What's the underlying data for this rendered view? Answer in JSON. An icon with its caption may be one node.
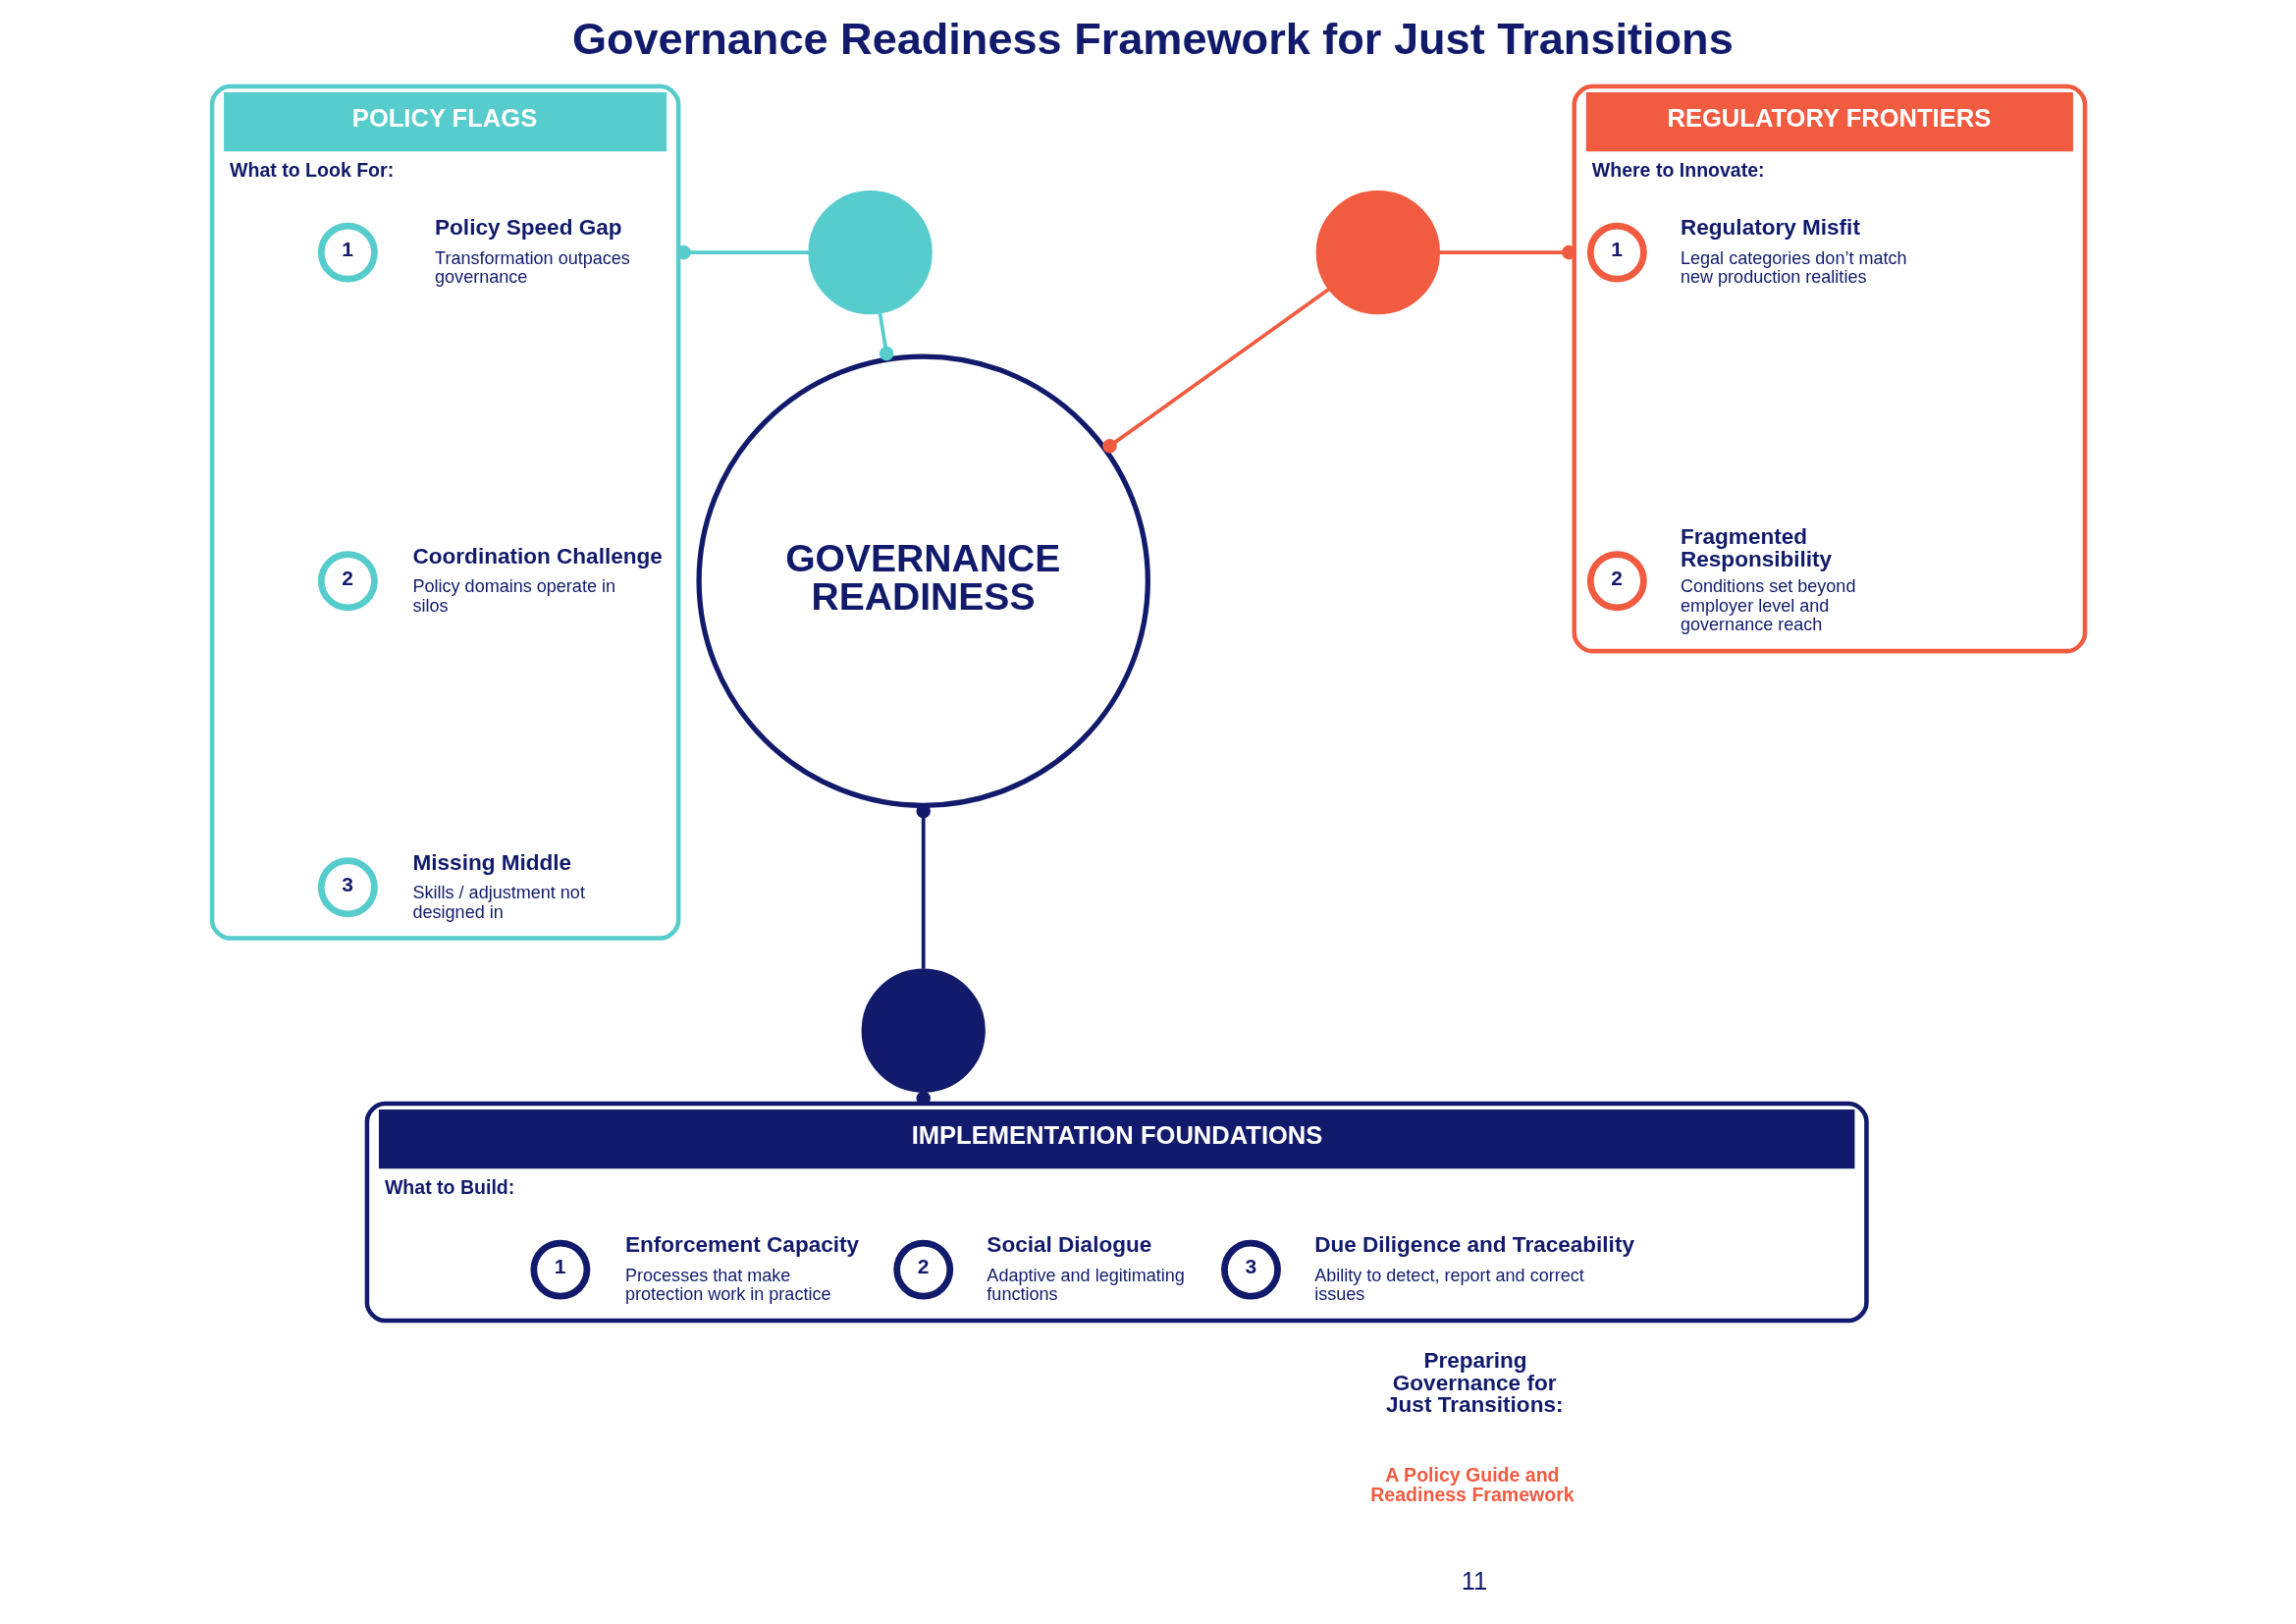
{
  "diagram": {
    "title": "Governance Readiness Framework for Just Transitions",
    "nodes": [
      {
        "text": [
          "POLICY FLAGS",
          "What to Look For:"
        ]
      },
      {
        "text": [
          "1"
        ],
        "in": 0,
        "beside": [
          "Policy Speed Gap",
          "Transformation outpaces governance"
        ]
      },
      {
        "text": [
          "2"
        ],
        "in": 0,
        "beside": [
          "Coordination Challenge",
          "Policy domains operate in silos"
        ]
      },
      {
        "text": [
          "3"
        ],
        "in": 0,
        "beside": [
          "Missing Middle",
          "Skills / adjustment not designed in"
        ]
      },
      {
        "text": [],
        "shape": "circle"
      },
      {
        "text": [
          "GOVERNANCE READINESS"
        ]
      },
      {
        "text": [],
        "shape": "circle"
      },
      {
        "text": [
          "REGULATORY FRONTIERS",
          "Where to Innovate:"
        ]
      },
      {
        "text": [
          "1"
        ],
        "in": 7,
        "beside": [
          "Regulatory Misfit",
          "Legal categories don’t match new production realities"
        ]
      },
      {
        "text": [
          "2"
        ],
        "in": 7,
        "beside": [
          "Fragmented Responsibility",
          "Conditions set beyond employer level and governance reach"
        ]
      },
      {
        "text": [],
        "shape": "circle"
      },
      {
        "text": [
          "IMPLEMENTATION FOUNDATIONS",
          "What to Build:"
        ]
      },
      {
        "text": [
          "1"
        ],
        "in": 11,
        "beside": [
          "Enforcement Capacity",
          "Processes that make protection work in practice"
        ]
      },
      {
        "text": [
          "2"
        ],
        "in": 11,
        "beside": [
          "Social Dialogue",
          "Adaptive and legitimating functions"
        ]
      },
      {
        "text": [
          "3"
        ],
        "in": 11,
        "beside": [
          "Due Diligence and Traceability",
          "Ability to detect, report and correct issues"
        ]
      }
    ],
    "edges": [
      {
        "from": 0,
        "to": 4,
        "arrow": "other",
        "color": "#56cccd"
      },
      {
        "from": 4,
        "to": 5,
        "arrow": "other",
        "color": "#56cccd"
      },
      {
        "from": 5,
        "to": 6,
        "arrow": "other",
        "color": "#f15b40"
      },
      {
        "from": 6,
        "to": 7,
        "arrow": "other",
        "color": "#f15b40"
      },
      {
        "from": 5,
        "to": 10,
        "arrow": "other",
        "color": "#111a6b"
      },
      {
        "from": 10,
        "to": 11,
        "arrow": "other",
        "color": "#111a6b"
      }
    ],
    "labels": [
      "Preparing Governance for Just Transitions:",
      "A Policy Guide and Readiness Framework",
      "11"
    ]
  }
}
